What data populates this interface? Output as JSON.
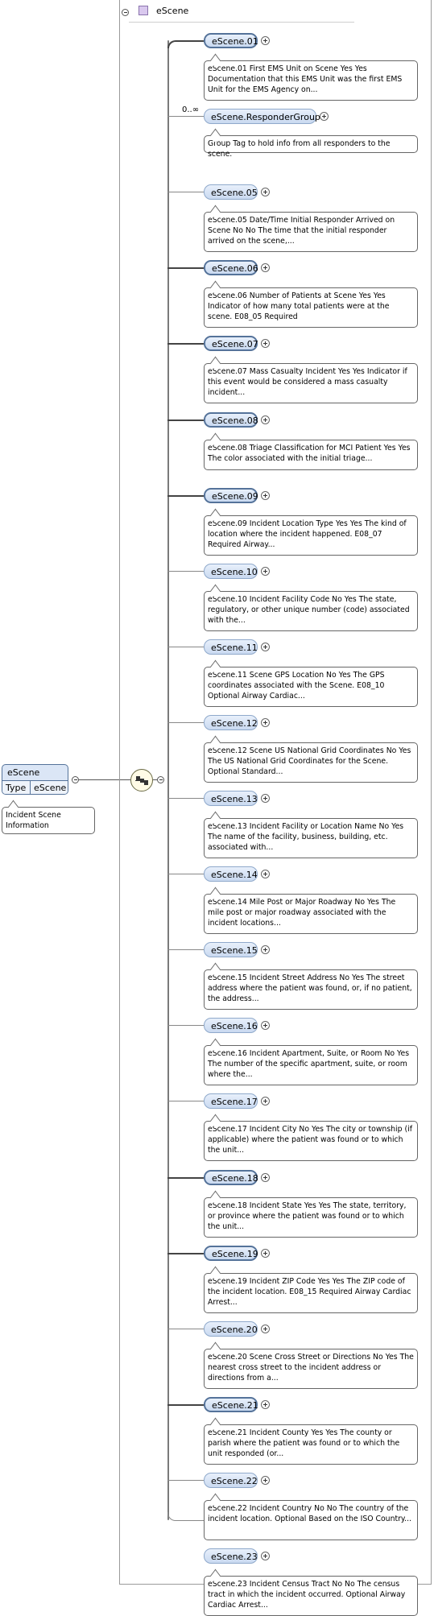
{
  "root": {
    "name": "eScene",
    "type_label": "Type",
    "type_value": "eScene",
    "description": "Incident Scene Information"
  },
  "frame": {
    "title": "eScene"
  },
  "occurrence_label": "0..∞",
  "elements": [
    {
      "id": "eScene.01",
      "required": true,
      "desc": "eScene.01 First EMS Unit on Scene Yes Yes Documentation that this EMS Unit was the first EMS Unit for the EMS Agency on..."
    },
    {
      "id": "eScene.ResponderGroup",
      "required": false,
      "desc": "Group Tag to hold info from all responders to the scene."
    },
    {
      "id": "eScene.05",
      "required": false,
      "desc": "eScene.05 Date/Time Initial Responder Arrived on Scene No No The time that the initial responder arrived on the scene,..."
    },
    {
      "id": "eScene.06",
      "required": true,
      "desc": "eScene.06 Number of Patients at Scene Yes Yes Indicator of how many total patients were at the scene. E08_05 Required"
    },
    {
      "id": "eScene.07",
      "required": true,
      "desc": "eScene.07 Mass Casualty Incident Yes Yes Indicator if this event would be considered a mass casualty incident..."
    },
    {
      "id": "eScene.08",
      "required": true,
      "desc": "eScene.08 Triage Classification for MCI Patient Yes Yes The color associated with the initial triage..."
    },
    {
      "id": "eScene.09",
      "required": true,
      "desc": "eScene.09 Incident Location Type Yes Yes The kind of location where the incident happened. E08_07 Required Airway..."
    },
    {
      "id": "eScene.10",
      "required": false,
      "desc": "eScene.10 Incident Facility Code No Yes The state, regulatory, or other unique number (code) associated with the..."
    },
    {
      "id": "eScene.11",
      "required": false,
      "desc": "eScene.11 Scene GPS Location No Yes The GPS coordinates associated with the Scene. E08_10 Optional Airway Cardiac..."
    },
    {
      "id": "eScene.12",
      "required": false,
      "desc": "eScene.12 Scene US National Grid Coordinates No Yes The US National Grid Coordinates for the Scene. Optional Standard..."
    },
    {
      "id": "eScene.13",
      "required": false,
      "desc": "eScene.13 Incident Facility or Location Name No Yes The name of the facility, business, building, etc. associated with..."
    },
    {
      "id": "eScene.14",
      "required": false,
      "desc": "eScene.14 Mile Post or Major Roadway No Yes The mile post or major roadway associated with the incident locations..."
    },
    {
      "id": "eScene.15",
      "required": false,
      "desc": "eScene.15 Incident Street Address No Yes The street address where the patient was found, or, if no patient, the address..."
    },
    {
      "id": "eScene.16",
      "required": false,
      "desc": "eScene.16 Incident Apartment, Suite, or Room No Yes The number of the specific apartment, suite, or room where the..."
    },
    {
      "id": "eScene.17",
      "required": false,
      "desc": "eScene.17 Incident City No Yes The city or township (if applicable) where the patient was found or to which the unit..."
    },
    {
      "id": "eScene.18",
      "required": true,
      "desc": "eScene.18 Incident State Yes Yes The state, territory, or province where the patient was found or to which the unit..."
    },
    {
      "id": "eScene.19",
      "required": true,
      "desc": "eScene.19 Incident ZIP Code Yes Yes The ZIP code of the incident location. E08_15 Required Airway Cardiac Arrest..."
    },
    {
      "id": "eScene.20",
      "required": false,
      "desc": "eScene.20 Scene Cross Street or Directions No Yes The nearest cross street to the incident address or directions from a..."
    },
    {
      "id": "eScene.21",
      "required": true,
      "desc": "eScene.21 Incident County Yes Yes The county or parish where the patient was found or to which the unit responded (or..."
    },
    {
      "id": "eScene.22",
      "required": false,
      "desc": "eScene.22 Incident Country No No The country of the incident location. Optional Based on the ISO Country..."
    },
    {
      "id": "eScene.23",
      "required": false,
      "desc": "eScene.23 Incident Census Tract No No The census tract in which the incident occurred. Optional Airway Cardiac Arrest..."
    }
  ]
}
